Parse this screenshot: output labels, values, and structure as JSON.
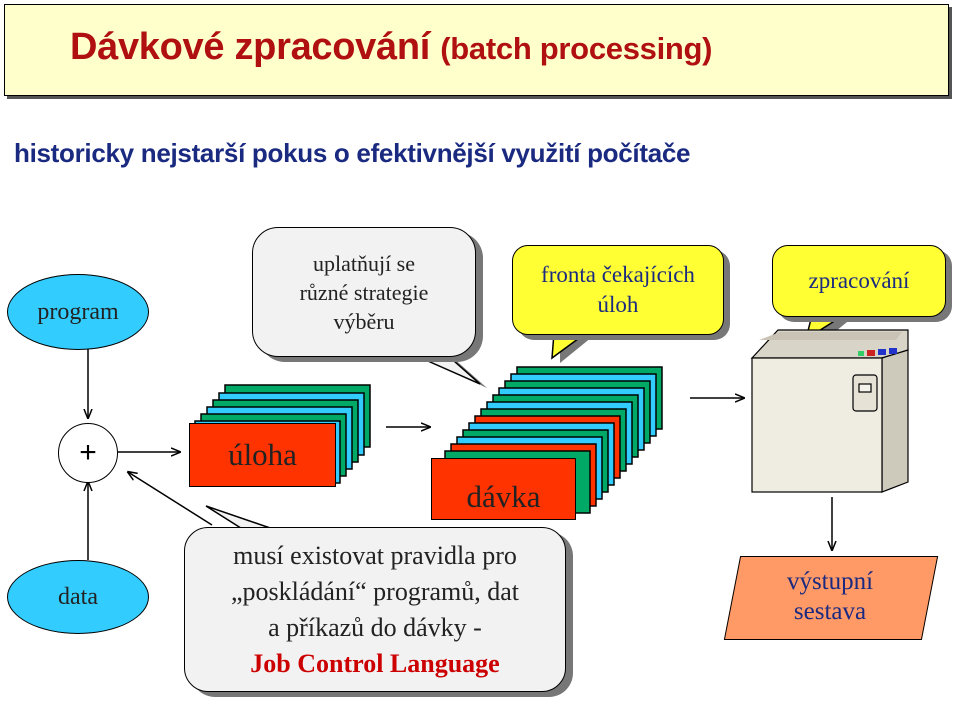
{
  "title": {
    "main": "Dávkové zpracování",
    "sub": "(batch processing)"
  },
  "subtitle": "historicky nejstarší pokus o efektivnější využití počítače",
  "program_label": "program",
  "data_label": "data",
  "plus_symbol": "+",
  "strategy_callout": [
    "uplatňují se",
    "různé strategie",
    "výběru"
  ],
  "queue_callout": [
    "fronta čekajících",
    "úloh"
  ],
  "processing_callout": "zpracování",
  "job_label": "úloha",
  "batch_label": "dávka",
  "rules_callout": {
    "lines": [
      "musí existovat pravidla pro",
      "„poskládání“ programů, dat",
      "a příkazů do dávky -"
    ],
    "highlight": "Job Control Language"
  },
  "output_label": [
    "výstupní",
    "sestava"
  ],
  "colors": {
    "title_text": "#b01010",
    "subtitle_text": "#1a2a80",
    "title_bg": "#ffffcc",
    "ellipse": "#33ccff",
    "callout_grey": "#f2f2f2",
    "callout_yellow": "#ffff33",
    "card_red": "#ff3300",
    "card_cyan": "#33ccff",
    "card_green": "#00aa66",
    "output_box": "#ff9966",
    "jcl_text": "#cc0000"
  },
  "icons": [
    "computer-icon",
    "arrow-icon"
  ]
}
